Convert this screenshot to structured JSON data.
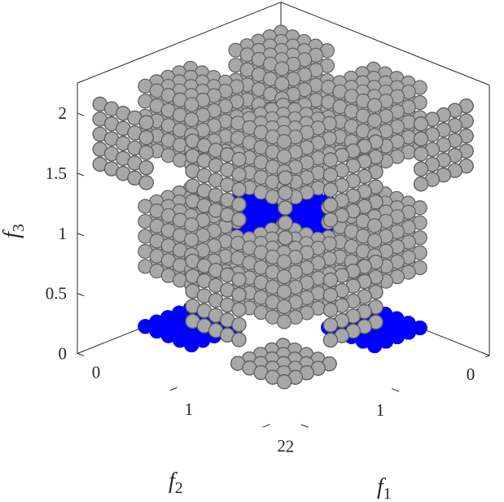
{
  "chart_data": {
    "type": "scatter",
    "projection": "3d-isometric",
    "title": "",
    "axes": {
      "x": {
        "label": "f",
        "label_sub": "1",
        "ticks": [
          0,
          1,
          2
        ],
        "lim": [
          0,
          2.25
        ]
      },
      "y": {
        "label": "f",
        "label_sub": "2",
        "ticks": [
          0,
          1,
          2
        ],
        "lim": [
          0,
          2.25
        ]
      },
      "z": {
        "label": "f",
        "label_sub": "3",
        "ticks": [
          "0",
          "0.5",
          "1",
          "1.5",
          "2"
        ],
        "tick_values": [
          0,
          0.5,
          1,
          1.5,
          2
        ],
        "lim": [
          0,
          2.25
        ]
      }
    },
    "grid": false,
    "colors": {
      "pareto_face": "#0000ff",
      "dominated_face": "#606060",
      "dominated_edge": "#a8a8a8",
      "axis": "#262626"
    },
    "series": [
      {
        "color": "#606060",
        "description_clusters": [
          {
            "x": [
              0,
              0.5
            ],
            "y": [
              0,
              0.5
            ],
            "z": [
              1.5,
              2
            ]
          },
          {
            "x": [
              1,
              1.5
            ],
            "y": [
              0,
              0.5
            ],
            "z": [
              1.5,
              2
            ]
          },
          {
            "x": [
              0,
              0.5
            ],
            "y": [
              1,
              1.5
            ],
            "z": [
              1.5,
              2
            ]
          },
          {
            "x": [
              1,
              1.5
            ],
            "y": [
              1,
              1.5
            ],
            "z": [
              1.5,
              2
            ]
          },
          {
            "x": [
              1,
              1.5
            ],
            "y": [
              0,
              0.5
            ],
            "z": [
              0.5,
              1
            ]
          },
          {
            "x": [
              0,
              0.5
            ],
            "y": [
              1,
              1.5
            ],
            "z": [
              0.5,
              1
            ]
          },
          {
            "x": [
              1,
              1.5
            ],
            "y": [
              1,
              1.5
            ],
            "z": [
              0.5,
              1
            ]
          },
          {
            "x": [
              1,
              1.5
            ],
            "y": [
              1,
              1.5
            ],
            "z": [
              0,
              0
            ]
          },
          {
            "x": [
              2,
              2
            ],
            "y": [
              0,
              0.5
            ],
            "z": [
              1.5,
              2
            ]
          },
          {
            "x": [
              0,
              0.5
            ],
            "y": [
              2,
              2
            ],
            "z": [
              1.5,
              2
            ]
          },
          {
            "x": [
              2,
              2
            ],
            "y": [
              1,
              1.5
            ],
            "z": [
              1.5,
              2
            ]
          },
          {
            "x": [
              1,
              1.5
            ],
            "y": [
              2,
              2
            ],
            "z": [
              1.5,
              2
            ]
          },
          {
            "x": [
              2,
              2
            ],
            "y": [
              2,
              2
            ],
            "z": [
              1.5,
              2
            ]
          },
          {
            "x": [
              2,
              2
            ],
            "y": [
              1,
              1.5
            ],
            "z": [
              0.5,
              1
            ]
          },
          {
            "x": [
              1,
              1.5
            ],
            "y": [
              2,
              2
            ],
            "z": [
              0.5,
              1
            ]
          }
        ]
      },
      {
        "color": "#0000ff",
        "description_clusters": [
          {
            "x": [
              0,
              0.5
            ],
            "y": [
              0,
              0.5
            ],
            "z": [
              0.5,
              1
            ]
          },
          {
            "x": [
              1,
              1.5
            ],
            "y": [
              0,
              0.5
            ],
            "z": [
              0,
              0
            ]
          },
          {
            "x": [
              0,
              0.5
            ],
            "y": [
              1,
              1.5
            ],
            "z": [
              0,
              0
            ]
          },
          {
            "x": [
              0,
              0.5
            ],
            "y": [
              0,
              0.5
            ],
            "z": [
              0,
              0
            ]
          }
        ]
      }
    ]
  }
}
